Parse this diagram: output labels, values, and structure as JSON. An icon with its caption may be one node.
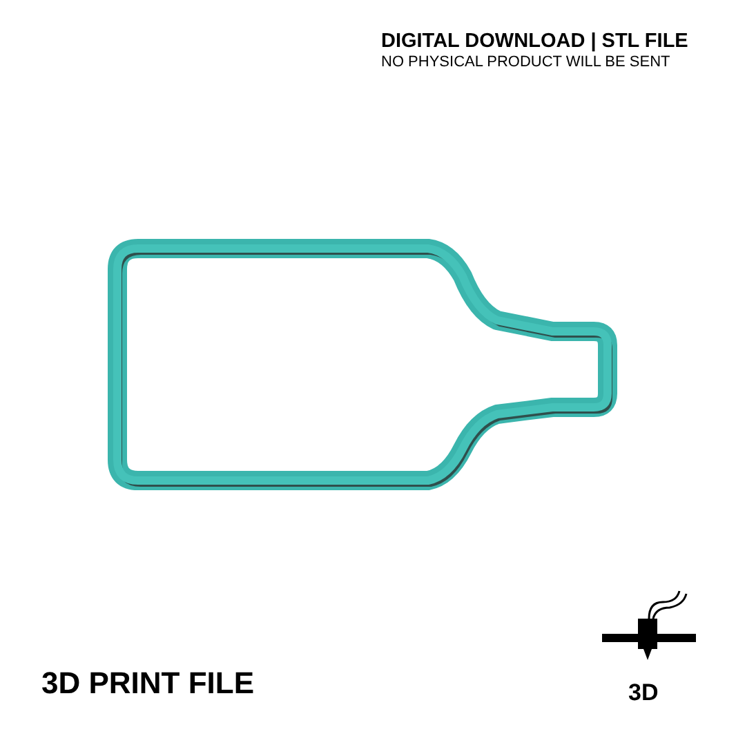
{
  "diagram": {
    "title": "DIGITAL DOWNLOAD | STL FILE",
    "labels": [
      "NO PHYSICAL PRODUCT WILL BE SENT",
      "3D PRINT FILE",
      "3D"
    ]
  }
}
